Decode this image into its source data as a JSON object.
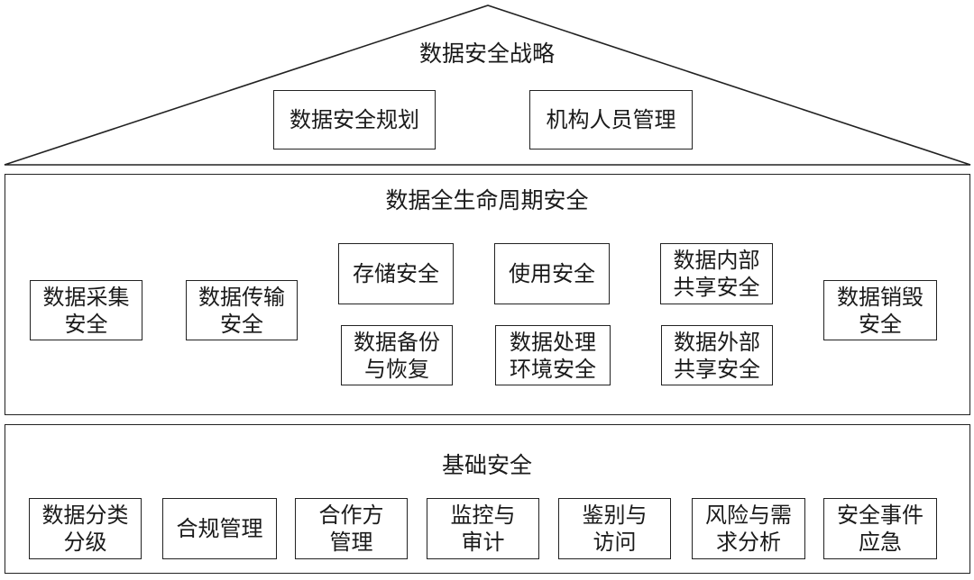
{
  "roof": {
    "title": "数据安全战略",
    "items": [
      "数据安全规划",
      "机构人员管理"
    ]
  },
  "lifecycle": {
    "title": "数据全生命周期安全",
    "collect": [
      "数据采集",
      "安全"
    ],
    "transfer": [
      "数据传输",
      "安全"
    ],
    "storage": "存储安全",
    "backup": [
      "数据备份",
      "与恢复"
    ],
    "use": "使用安全",
    "processing": [
      "数据处理",
      "环境安全"
    ],
    "internal_share": [
      "数据内部",
      "共享安全"
    ],
    "external_share": [
      "数据外部",
      "共享安全"
    ],
    "destroy": [
      "数据销毁",
      "安全"
    ]
  },
  "base": {
    "title": "基础安全",
    "items": [
      [
        "数据分类",
        "分级"
      ],
      [
        "合规管理"
      ],
      [
        "合作方",
        "管理"
      ],
      [
        "监控与",
        "审计"
      ],
      [
        "鉴别与",
        "访问"
      ],
      [
        "风险与需",
        "求分析"
      ],
      [
        "安全事件",
        "应急"
      ]
    ]
  }
}
